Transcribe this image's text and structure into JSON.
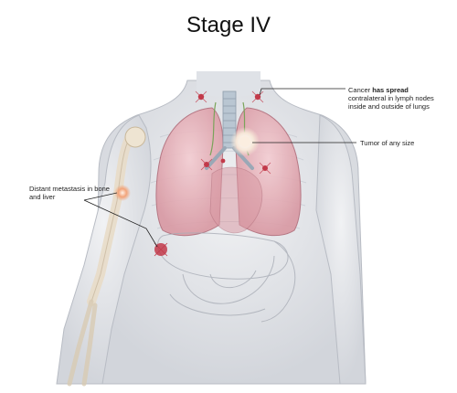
{
  "title": "Stage IV",
  "labels": {
    "spread_1": "Cancer ",
    "spread_bold": "has spread",
    "spread_2": "contralateral in lymph nodes inside and outside of lungs",
    "tumor": "Tumor of any size",
    "metastasis": "Distant metastasis in bone and liver"
  },
  "colors": {
    "skin": "#e3e5e9",
    "lung": "#e9b6bd",
    "tumor": "#c23a4a",
    "trachea": "#b9c6d2"
  }
}
